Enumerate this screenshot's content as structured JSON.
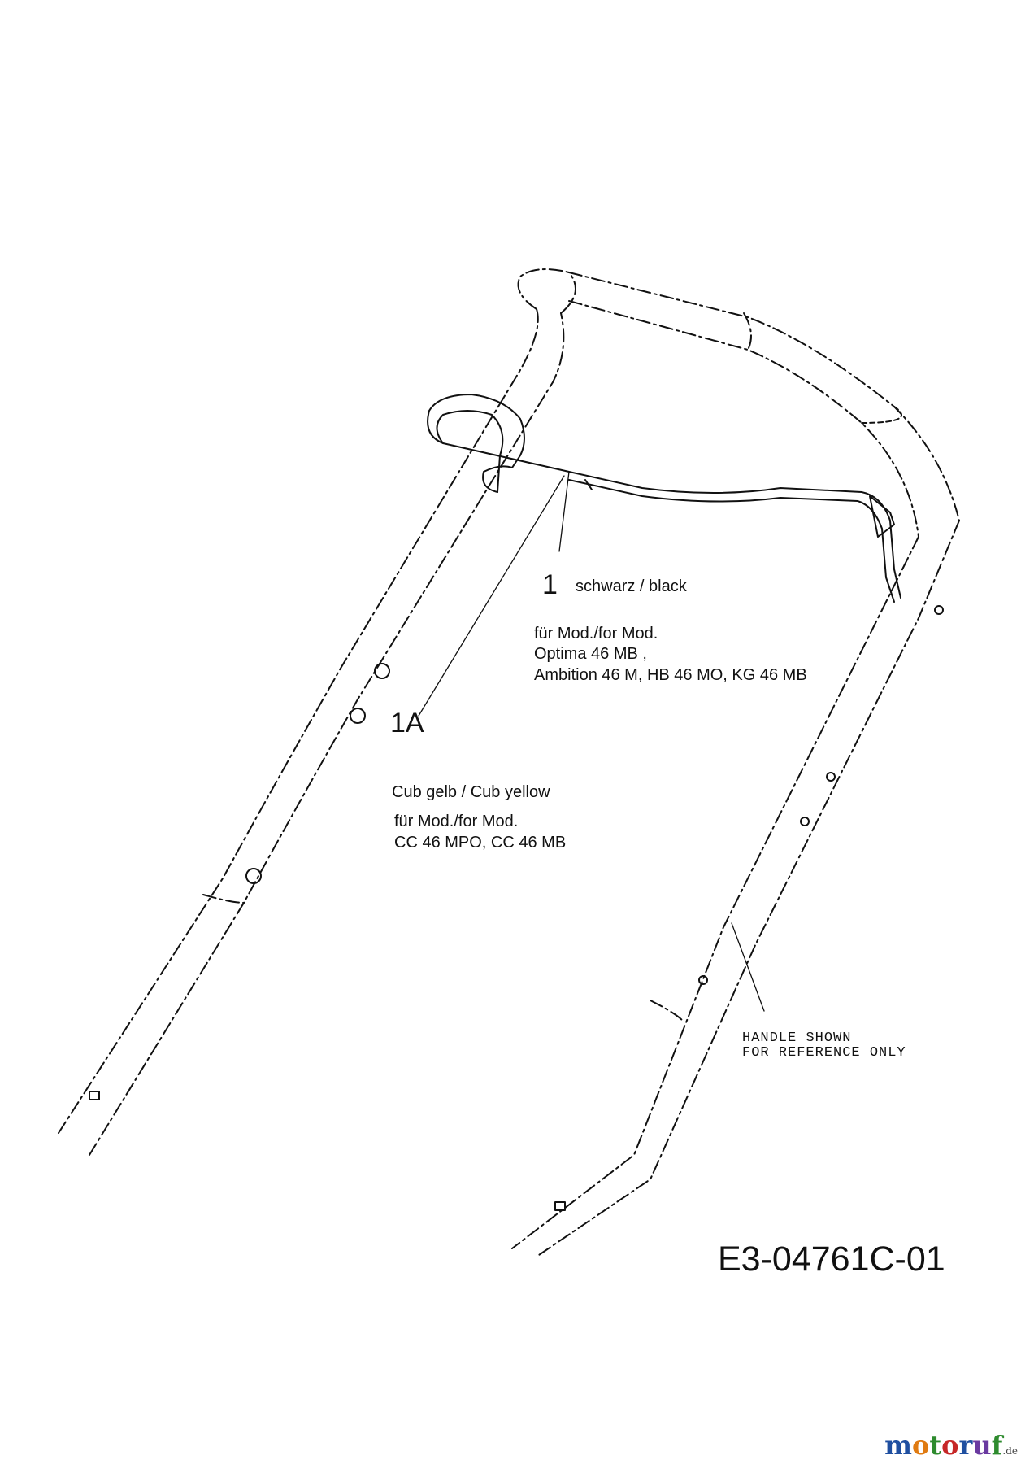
{
  "part_1": {
    "number": "1",
    "color_label": "schwarz / black",
    "models_heading": "für Mod./for Mod.",
    "models_line1": "Optima 46 MB ,",
    "models_line2": "Ambition 46 M, HB 46 MO, KG 46 MB"
  },
  "part_1a": {
    "number": "1A",
    "color_label": "Cub gelb / Cub yellow",
    "models_heading": "für Mod./for Mod.",
    "models_line1": "CC 46 MPO, CC 46 MB"
  },
  "note": {
    "line1": "HANDLE SHOWN",
    "line2": "FOR REFERENCE ONLY"
  },
  "drawing_number": "E3-04761C-01",
  "logo": {
    "letters": [
      "m",
      "o",
      "t",
      "o",
      "r",
      "u",
      "f"
    ],
    "colors": [
      "#1f4fa0",
      "#e07b12",
      "#2e8b2e",
      "#c62828",
      "#1f4fa0",
      "#6a3aa0",
      "#2e8b2e"
    ],
    "suffix": ".de"
  }
}
